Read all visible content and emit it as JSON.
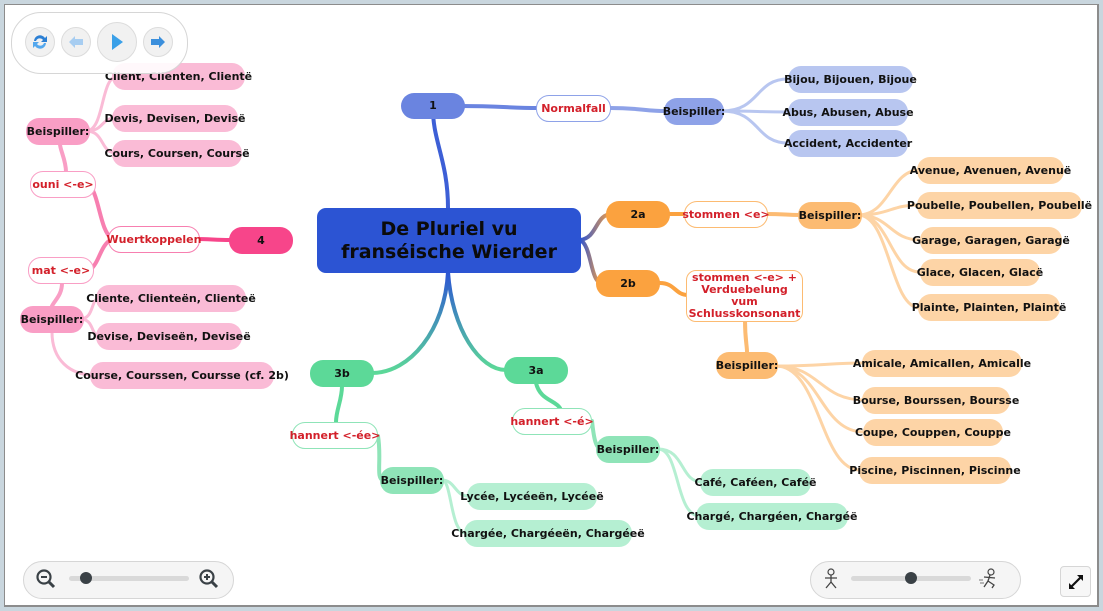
{
  "colors": {
    "root": "#2c54d3",
    "blue": "#6a84e0",
    "blue_light": "#b8c6f0",
    "orange": "#fba23f",
    "orange_light": "#fdd4a6",
    "green": "#5cd998",
    "green_light": "#b5efd2",
    "pink": "#f7458a",
    "pink_light": "#fabbd6",
    "label_red": "#d3202a"
  },
  "root": {
    "title": "De Pluriel vu franséische Wierder"
  },
  "branches": {
    "b1": {
      "label": "1",
      "rule": "Normalfall",
      "examples_label": "Beispiller:",
      "examples": [
        "Bijou, Bijouen, Bijoue",
        "Abus, Abusen, Abuse",
        "Accident, Accidenter"
      ]
    },
    "b2a": {
      "label": "2a",
      "rule": "stommen <e>",
      "examples_label": "Beispiller:",
      "examples": [
        "Avenue, Avenuen, Avenuë",
        "Poubelle, Poubellen, Poubellë",
        "Garage, Garagen, Garagë",
        "Glace, Glacen, Glacë",
        "Plainte, Plainten, Plaintë"
      ]
    },
    "b2b": {
      "label": "2b",
      "rule": "stommen <-e> + Verduebelung vum Schlusskonsonant",
      "examples_label": "Beispiller:",
      "examples": [
        "Amicale, Amicallen, Amicalle",
        "Bourse, Bourssen, Boursse",
        "Coupe, Couppen, Couppe",
        "Piscine, Piscinnen, Piscinne"
      ]
    },
    "b3a": {
      "label": "3a",
      "rule": "hannert <-é>",
      "examples_label": "Beispiller:",
      "examples": [
        "Café, Caféen, Caféë",
        "Chargé, Chargéen, Chargéë"
      ]
    },
    "b3b": {
      "label": "3b",
      "rule": "hannert <-ée>",
      "examples_label": "Beispiller:",
      "examples": [
        "Lycée, Lycéeën, Lycéeë",
        "Chargée, Chargéeën, Chargéeë"
      ]
    },
    "b4": {
      "label": "4",
      "rule": "Wuertkoppelen",
      "sub_ouni": {
        "rule": "ouni <-e>",
        "examples_label": "Beispiller:",
        "examples": [
          "Client, Clienten, Clientë",
          "Devis, Devisen, Devisë",
          "Cours, Coursen, Coursë"
        ]
      },
      "sub_mat": {
        "rule": "mat <-e>",
        "examples_label": "Beispiller:",
        "examples": [
          "Cliente, Clienteën, Clienteë",
          "Devise, Deviseën, Deviseë",
          "Course, Courssen, Coursse (cf. 2b)"
        ]
      }
    }
  },
  "controls": {
    "nav": [
      "refresh-icon",
      "back-arrow-icon",
      "play-icon",
      "forward-arrow-icon"
    ],
    "zoom_level": 0.1,
    "speed_level": 0.5
  }
}
